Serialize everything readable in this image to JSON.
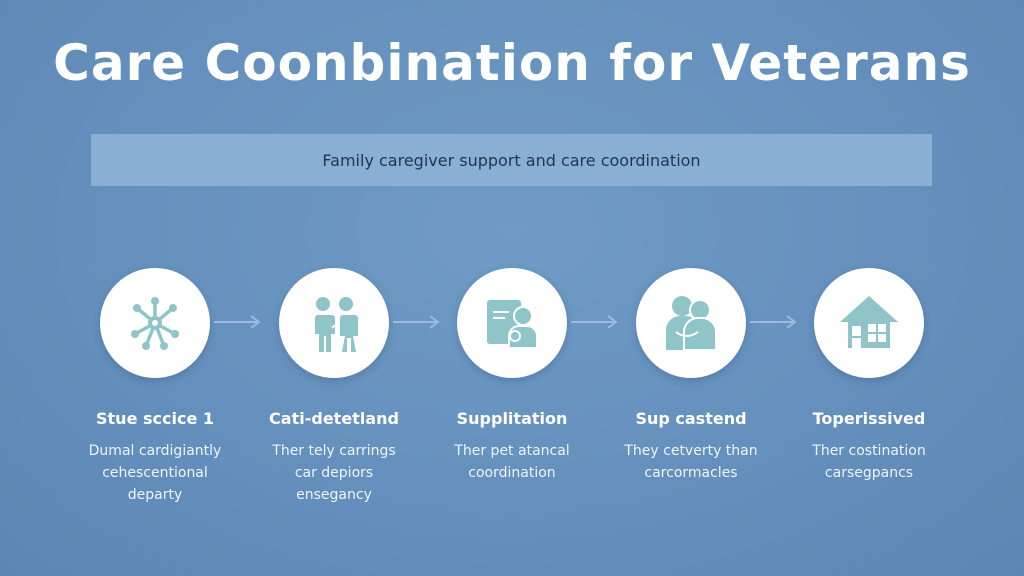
{
  "title": "Care Coonbination for Veterans",
  "banner": "Family caregiver support and care coordination",
  "colors": {
    "background": "#6590bd",
    "banner": "#89afd5",
    "icon": "#8fc4c8",
    "arrow": "#9bbbe0"
  },
  "steps": [
    {
      "icon": "network-hub-icon",
      "title": "Stue sccice 1",
      "desc": [
        "Dumal cardigiantly",
        "cehescentional",
        "departy"
      ]
    },
    {
      "icon": "two-people-icon",
      "title": "Cati-detetland",
      "desc": [
        "Ther tely carrings",
        "car depiors",
        "ensegancy"
      ]
    },
    {
      "icon": "person-document-icon",
      "title": "Supplitation",
      "desc": [
        "Ther pet atancal",
        "coordination"
      ]
    },
    {
      "icon": "embrace-icon",
      "title": "Sup castend",
      "desc": [
        "They cetverty than",
        "carcormacles"
      ]
    },
    {
      "icon": "house-icon",
      "title": "Toperissived",
      "desc": [
        "Ther costination",
        "carsegpancs"
      ]
    }
  ]
}
